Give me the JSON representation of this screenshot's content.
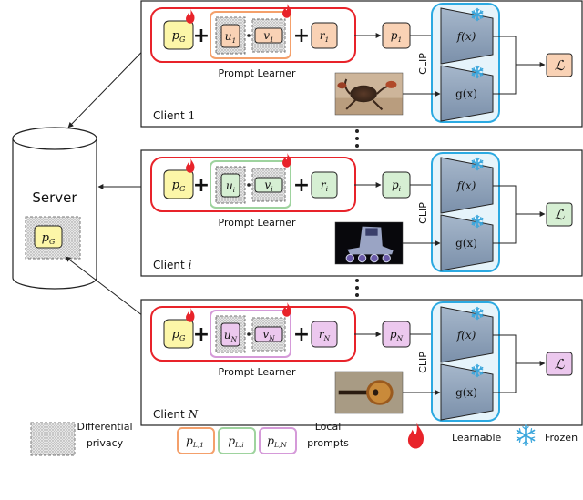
{
  "server": {
    "title": "Server",
    "global_prompt": "p",
    "global_prompt_sub": "G"
  },
  "clients": [
    {
      "name": "Client 1",
      "name_base": "Client",
      "name_index": "1",
      "u": "u",
      "v": "v",
      "r": "r",
      "p": "p",
      "sub": "1",
      "prompt_learner": "Prompt Learner",
      "clip": "CLIP",
      "f": "f(x)",
      "g": "g(x)",
      "loss": "ℒ",
      "color": "#f4a06b",
      "fill": "#f9d2b5",
      "image": "crab"
    },
    {
      "name": "Client i",
      "name_base": "Client",
      "name_index": "i",
      "u": "u",
      "v": "v",
      "r": "r",
      "p": "p",
      "sub": "i",
      "prompt_learner": "Prompt Learner",
      "clip": "CLIP",
      "f": "f(x)",
      "g": "g(x)",
      "loss": "ℒ",
      "color": "#9ed39e",
      "fill": "#d6efd3",
      "image": "skate"
    },
    {
      "name": "Client N",
      "name_base": "Client",
      "name_index": "N",
      "u": "u",
      "v": "v",
      "r": "r",
      "p": "p",
      "sub": "N",
      "prompt_learner": "Prompt Learner",
      "clip": "CLIP",
      "f": "f(x)",
      "g": "g(x)",
      "loss": "ℒ",
      "color": "#d59ad9",
      "fill": "#ecc8ee",
      "image": "mandolin"
    }
  ],
  "legend": {
    "dp_line1": "Differential",
    "dp_line2": "privacy",
    "local_items": [
      {
        "sub": "L,1",
        "color": "#f4a06b"
      },
      {
        "sub": "L,i",
        "color": "#9ed39e"
      },
      {
        "sub": "L,N",
        "color": "#d59ad9"
      }
    ],
    "local_line1": "Local",
    "local_line2": "prompts",
    "learnable": "Learnable",
    "frozen": "Frozen"
  },
  "colors": {
    "red": "#e8232a",
    "blue": "#2ba9e1",
    "clip_fill": "#e6f4fb",
    "pG": "#fcf6a8",
    "encoder": "#8da2bb"
  }
}
